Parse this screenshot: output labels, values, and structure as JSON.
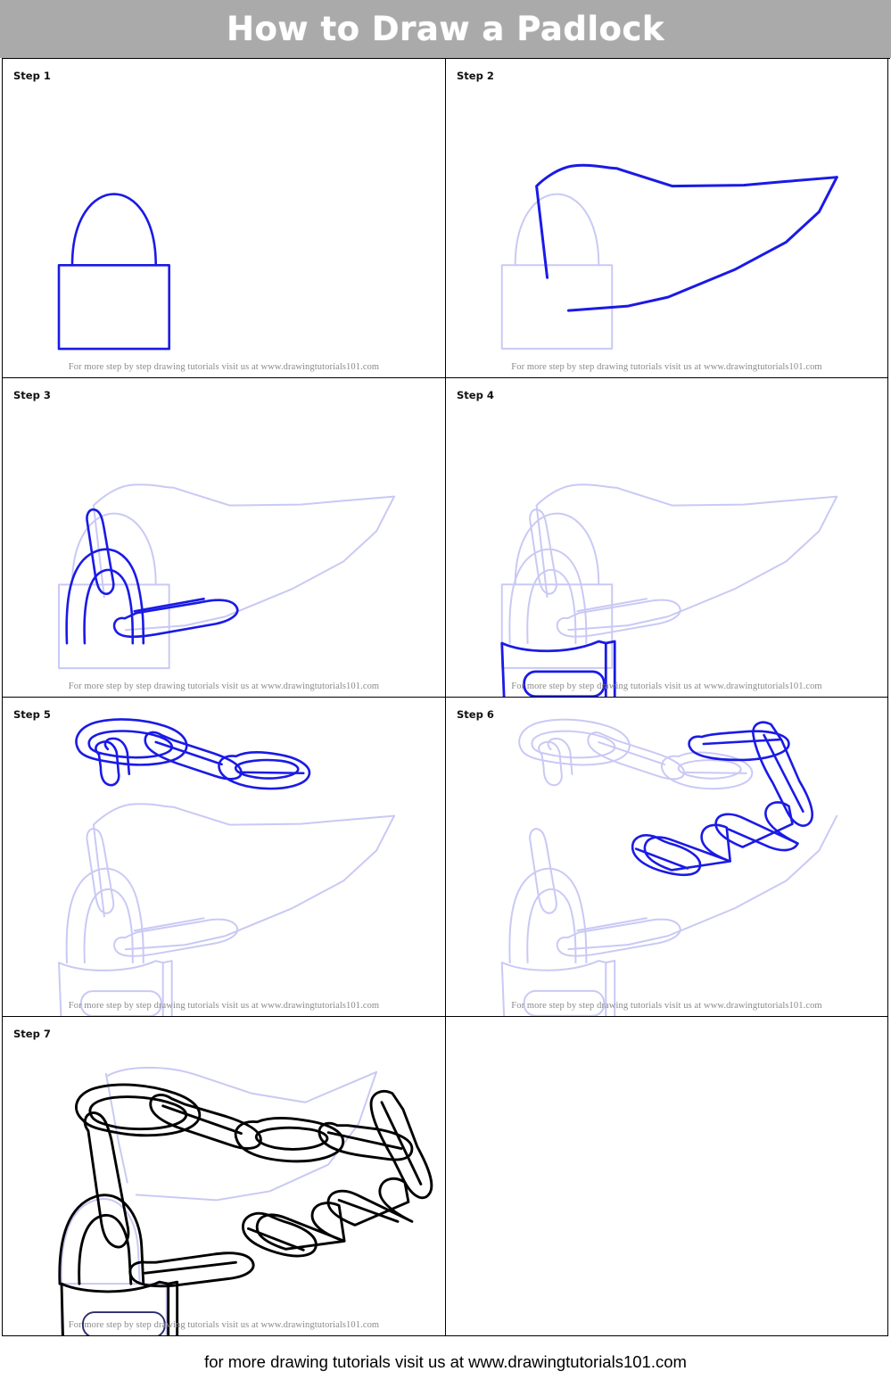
{
  "header": {
    "title": "How to Draw a Padlock",
    "background_color": "#aaaaaa",
    "text_color": "#ffffff"
  },
  "colors": {
    "active_stroke": "#1a1ae6",
    "guide_stroke": "#c9c9f5",
    "final_stroke": "#000000",
    "panel_border": "#000000",
    "panel_footer_text": "#8a8a8a"
  },
  "panel_footer_text": "For more step by step drawing tutorials visit us at www.drawingtutorials101.com",
  "page_footer_text": "for more drawing tutorials visit us at www.drawingtutorials101.com",
  "steps": [
    {
      "label": "Step 1",
      "subject": "padlock-body-and-shackle-outline"
    },
    {
      "label": "Step 2",
      "subject": "chain-path-guide-outline"
    },
    {
      "label": "Step 3",
      "subject": "shackle-thickness-and-first-links"
    },
    {
      "label": "Step 4",
      "subject": "lock-body-with-keyhole-slot"
    },
    {
      "label": "Step 5",
      "subject": "upper-chain-links"
    },
    {
      "label": "Step 6",
      "subject": "descending-chain-links"
    },
    {
      "label": "Step 7",
      "subject": "finished-padlock-with-chain"
    },
    {
      "label": "",
      "subject": "empty-cell"
    }
  ]
}
